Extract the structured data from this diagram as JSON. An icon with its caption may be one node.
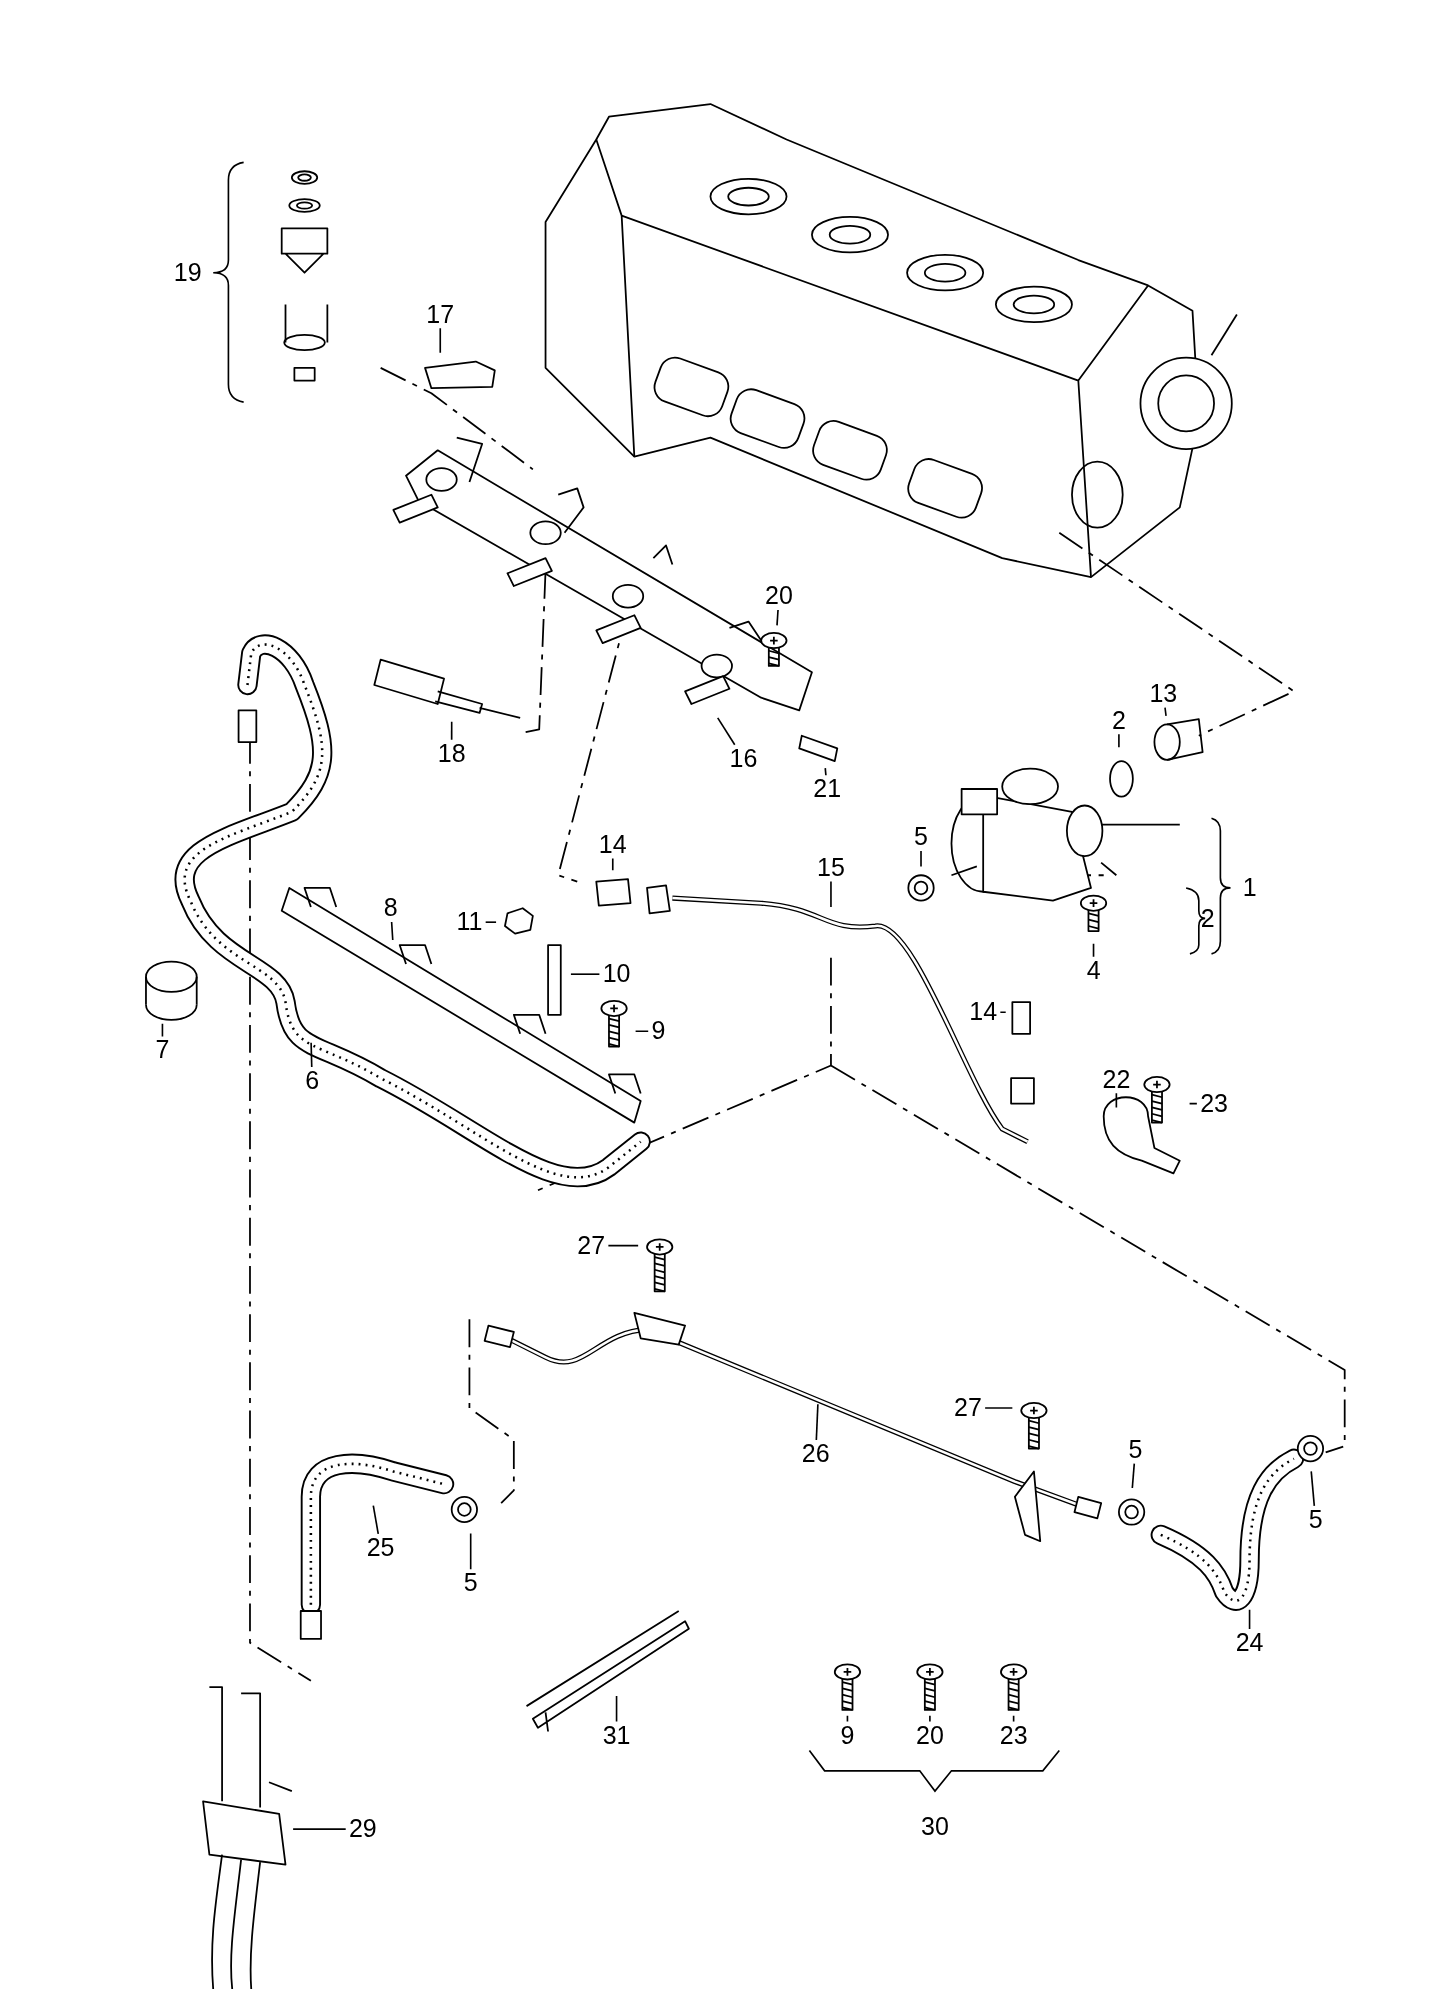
{
  "diagram": {
    "nodes": [
      {
        "text": [
          "19"
        ]
      },
      {
        "text": [
          "17"
        ]
      },
      {
        "text": [
          "20"
        ]
      },
      {
        "text": [
          "13"
        ]
      },
      {
        "text": [
          "2"
        ]
      },
      {
        "text": [
          "18"
        ]
      },
      {
        "text": [
          "16"
        ]
      },
      {
        "text": [
          "21"
        ]
      },
      {
        "text": [
          "14"
        ]
      },
      {
        "text": [
          "5"
        ]
      },
      {
        "text": [
          "15"
        ]
      },
      {
        "text": [
          "1"
        ]
      },
      {
        "text": [
          "8"
        ]
      },
      {
        "text": [
          "2"
        ]
      },
      {
        "text": [
          "11"
        ]
      },
      {
        "text": [
          "4"
        ]
      },
      {
        "text": [
          "10"
        ]
      },
      {
        "text": [
          "14"
        ]
      },
      {
        "text": [
          "9"
        ]
      },
      {
        "text": [
          "7"
        ]
      },
      {
        "text": [
          "6"
        ]
      },
      {
        "text": [
          "22"
        ]
      },
      {
        "text": [
          "23"
        ]
      },
      {
        "text": [
          "27"
        ]
      },
      {
        "text": [
          "27"
        ]
      },
      {
        "text": [
          "5"
        ]
      },
      {
        "text": [
          "26"
        ]
      },
      {
        "text": [
          "5"
        ]
      },
      {
        "text": [
          "25"
        ]
      },
      {
        "text": [
          "5"
        ]
      },
      {
        "text": [
          "24"
        ]
      },
      {
        "text": [
          "31"
        ]
      },
      {
        "text": [
          "9"
        ]
      },
      {
        "text": [
          "20"
        ]
      },
      {
        "text": [
          "23"
        ]
      },
      {
        "text": [
          "30"
        ]
      },
      {
        "text": [
          "29"
        ]
      }
    ],
    "edges": [
      {
        "from": 1,
        "to": null,
        "arrow": "none"
      },
      {
        "from": 2,
        "to": null,
        "arrow": "none"
      },
      {
        "from": 3,
        "to": null,
        "arrow": "none"
      },
      {
        "from": 4,
        "to": null,
        "arrow": "none"
      },
      {
        "from": 5,
        "to": null,
        "arrow": "none"
      },
      {
        "from": 6,
        "to": null,
        "arrow": "none"
      },
      {
        "from": 7,
        "to": null,
        "arrow": "none"
      },
      {
        "from": 8,
        "to": null,
        "arrow": "none"
      },
      {
        "from": 9,
        "to": null,
        "arrow": "none"
      },
      {
        "from": 10,
        "to": null,
        "arrow": "none"
      },
      {
        "from": 12,
        "to": null,
        "arrow": "none"
      },
      {
        "from": 14,
        "to": null,
        "arrow": "none"
      },
      {
        "from": 15,
        "to": null,
        "arrow": "none"
      },
      {
        "from": 16,
        "to": null,
        "arrow": "none"
      },
      {
        "from": 17,
        "to": null,
        "arrow": "none"
      },
      {
        "from": 18,
        "to": null,
        "arrow": "none"
      },
      {
        "from": 19,
        "to": null,
        "arrow": "none"
      },
      {
        "from": 20,
        "to": null,
        "arrow": "none"
      },
      {
        "from": 21,
        "to": null,
        "arrow": "none"
      },
      {
        "from": 22,
        "to": null,
        "arrow": "none"
      },
      {
        "from": 23,
        "to": null,
        "arrow": "none"
      },
      {
        "from": 24,
        "to": null,
        "arrow": "none"
      },
      {
        "from": 25,
        "to": null,
        "arrow": "none"
      },
      {
        "from": 26,
        "to": null,
        "arrow": "none"
      },
      {
        "from": 27,
        "to": null,
        "arrow": "none"
      },
      {
        "from": 28,
        "to": null,
        "arrow": "none"
      },
      {
        "from": 29,
        "to": null,
        "arrow": "none"
      },
      {
        "from": 30,
        "to": null,
        "arrow": "none"
      },
      {
        "from": 31,
        "to": null,
        "arrow": "none"
      },
      {
        "from": 32,
        "to": null,
        "arrow": "none"
      },
      {
        "from": 33,
        "to": null,
        "arrow": "none"
      },
      {
        "from": 34,
        "to": null,
        "arrow": "none"
      },
      {
        "from": 36,
        "to": null,
        "arrow": "none"
      }
    ]
  }
}
